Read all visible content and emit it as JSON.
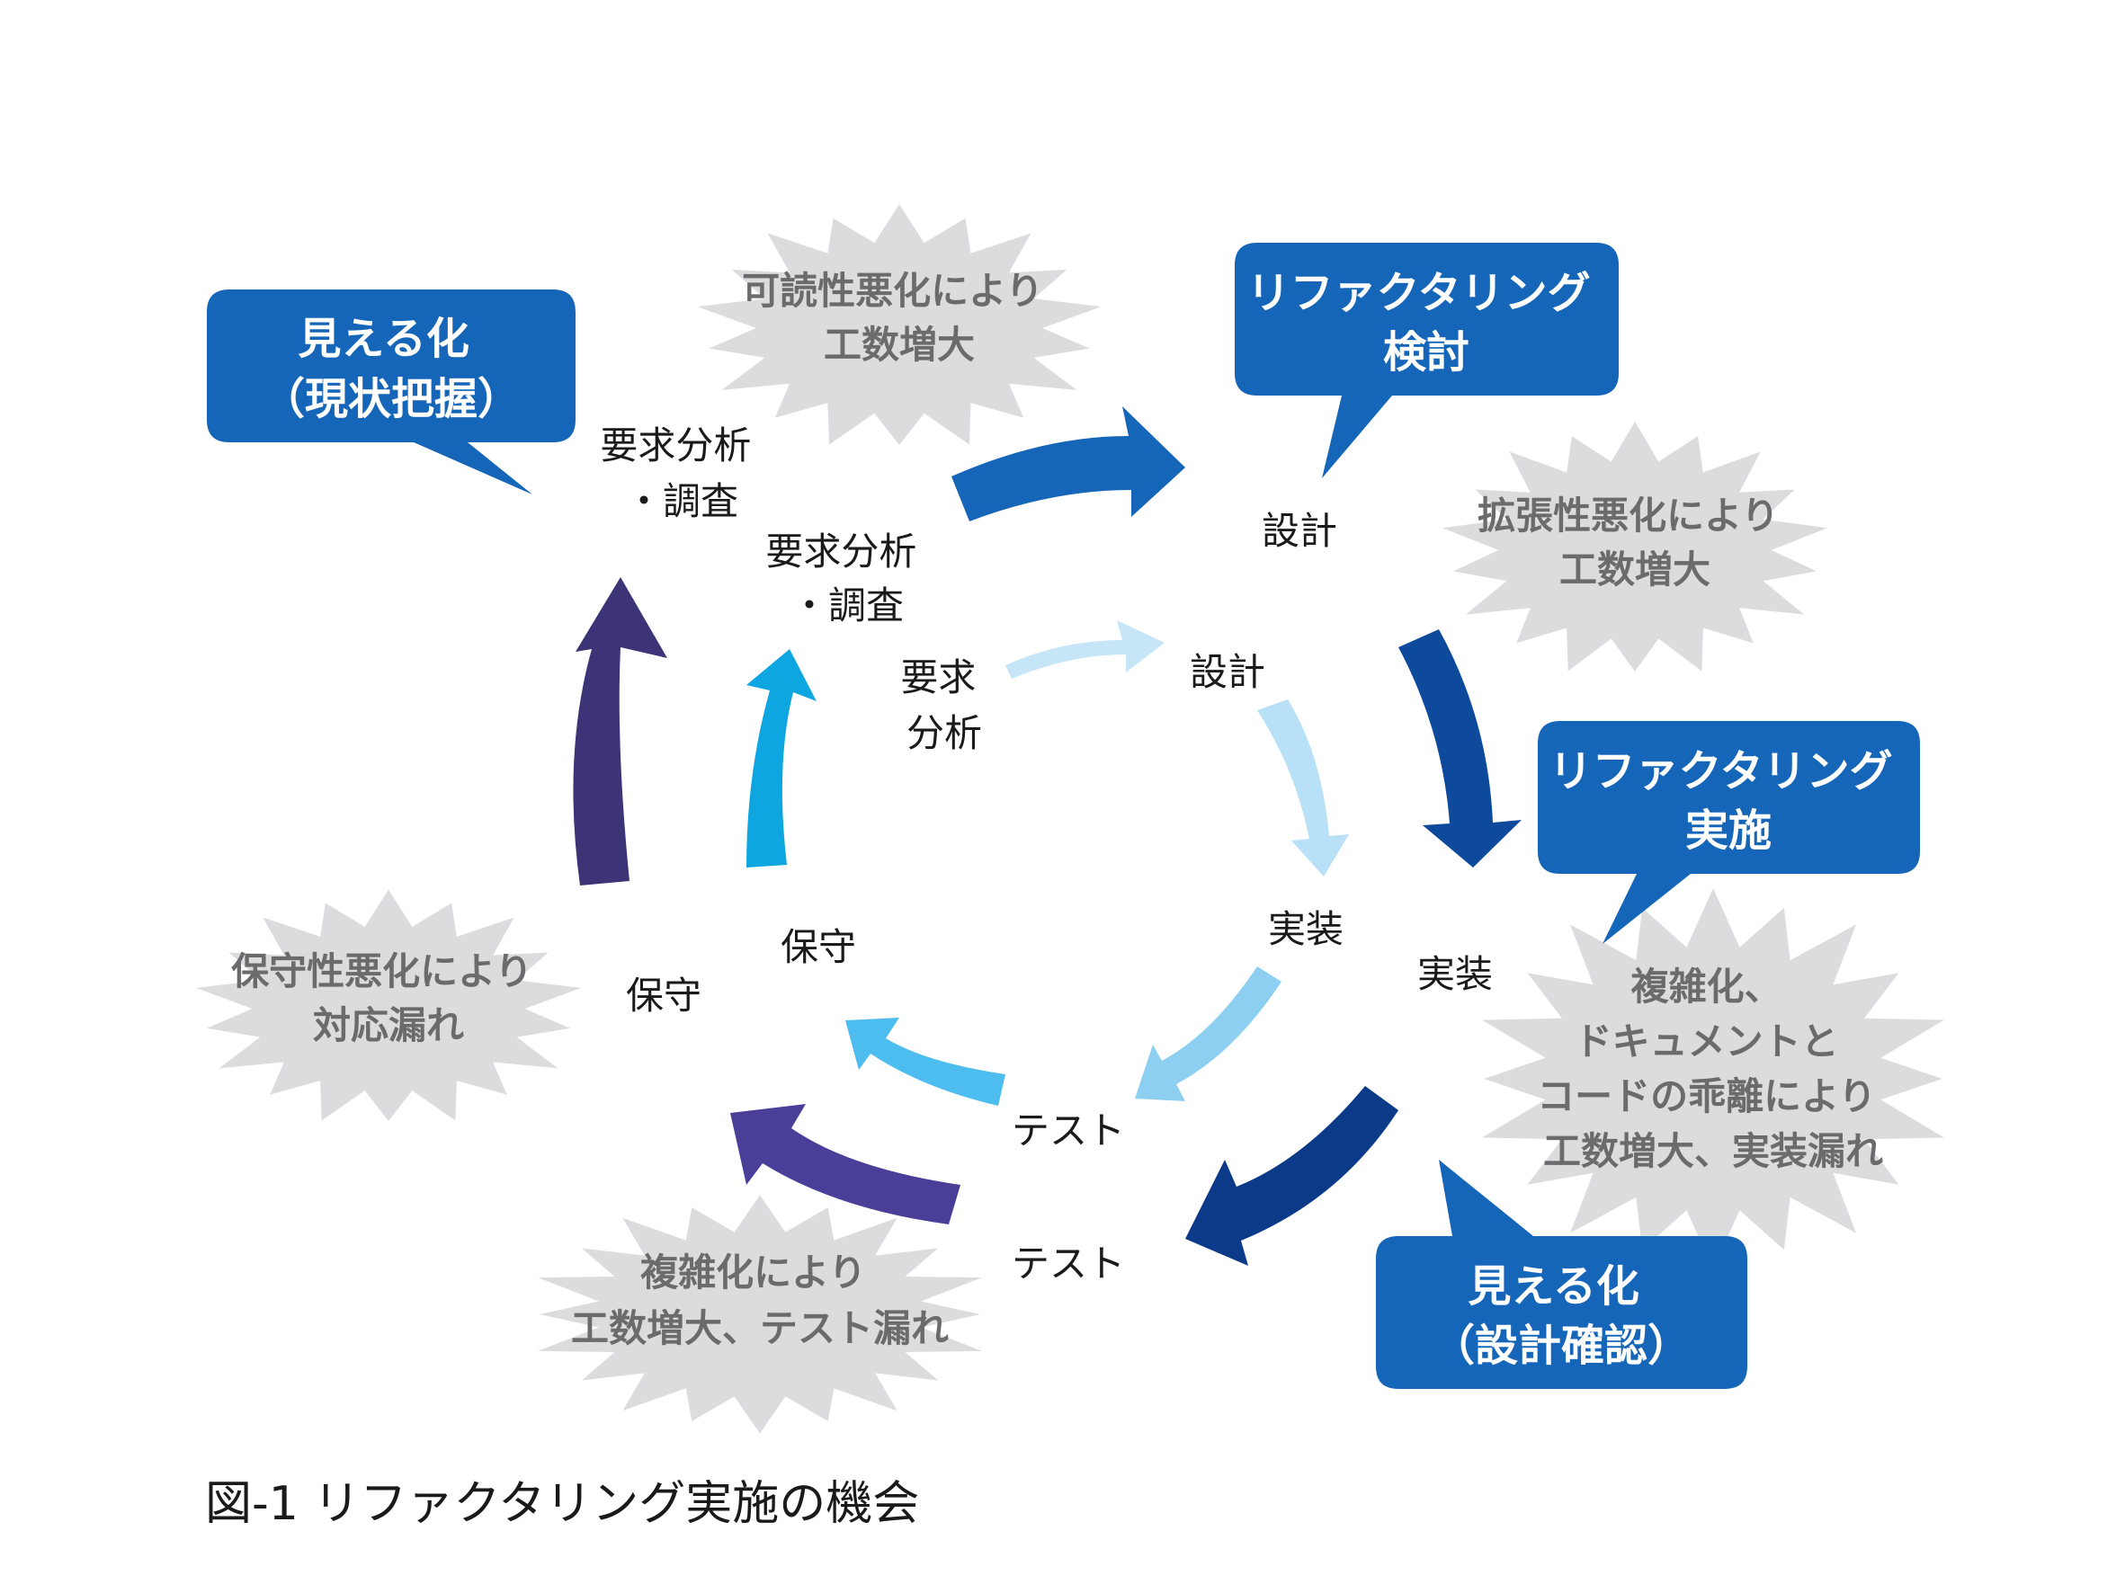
{
  "caption": "図-1 リファクタリング実施の機会",
  "callouts": [
    {
      "id": "mieruka-genjo",
      "lines": [
        "見える化",
        "（現状把握）"
      ],
      "color": "#1565b8"
    },
    {
      "id": "refactoring-kento",
      "lines": [
        "リファクタリング",
        "検討"
      ],
      "color": "#1565b8"
    },
    {
      "id": "refactoring-jisshi",
      "lines": [
        "リファクタリング",
        "実施"
      ],
      "color": "#1565b8"
    },
    {
      "id": "mieruka-sekkei",
      "lines": [
        "見える化",
        "（設計確認）"
      ],
      "color": "#1565b8"
    }
  ],
  "bursts": [
    {
      "id": "readability",
      "lines": [
        "可読性悪化により",
        "工数増大"
      ]
    },
    {
      "id": "extensibility",
      "lines": [
        "拡張性悪化により",
        "工数増大"
      ]
    },
    {
      "id": "complexity-doc",
      "lines": [
        "複雑化、",
        "ドキュメントと",
        "コードの乖離により",
        "工数増大、実装漏れ"
      ]
    },
    {
      "id": "complexity-test",
      "lines": [
        "複雑化により",
        "工数増大、テスト漏れ"
      ]
    },
    {
      "id": "maintainability",
      "lines": [
        "保守性悪化により",
        "対応漏れ"
      ]
    }
  ],
  "stages": {
    "outer": [
      {
        "id": "requirements",
        "lines": [
          "要求分析",
          "・調査"
        ]
      },
      {
        "id": "design",
        "lines": [
          "設計"
        ]
      },
      {
        "id": "implementation",
        "lines": [
          "実装"
        ]
      },
      {
        "id": "test",
        "lines": [
          "テスト"
        ]
      },
      {
        "id": "maintenance",
        "lines": [
          "保守"
        ]
      }
    ],
    "middle": [
      {
        "id": "requirements",
        "lines": [
          "要求分析",
          "・調査"
        ]
      },
      {
        "id": "implementation",
        "lines": [
          "実装"
        ]
      },
      {
        "id": "test",
        "lines": [
          "テスト"
        ]
      },
      {
        "id": "maintenance",
        "lines": [
          "保守"
        ]
      }
    ],
    "inner": [
      {
        "id": "requirements",
        "lines": [
          "要求",
          "分析"
        ]
      },
      {
        "id": "design",
        "lines": [
          "設計"
        ]
      }
    ]
  },
  "colors": {
    "callout": "#1565b8",
    "burst": "#dcdcde",
    "burst_text": "#6b6b6e",
    "arrow_outer_top": "#1565b8",
    "arrow_outer_right": "#0d4a9c",
    "arrow_outer_bottom": "#0b3a88",
    "arrow_outer_lower_left": "#4a3f98",
    "arrow_outer_left": "#3d3478",
    "arrow_middle_left": "#0da6e0",
    "arrow_middle_bottom": "#4cbdee",
    "arrow_inner_top": "#c6e5f7",
    "arrow_inner_right": "#b8e0f6",
    "arrow_inner_bottom": "#8dcff1"
  }
}
